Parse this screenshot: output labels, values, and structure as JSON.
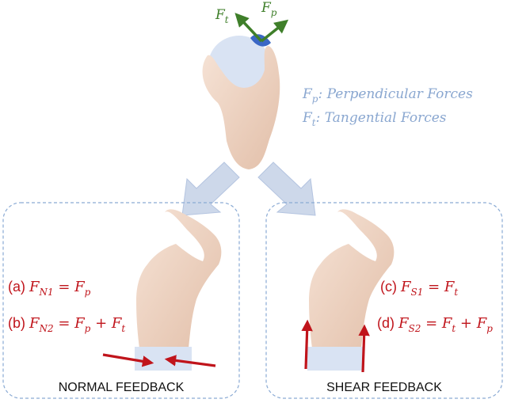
{
  "top_figure": {
    "force_tangential_symbol": "F",
    "force_tangential_sub": "t",
    "force_perpendicular_symbol": "F",
    "force_perpendicular_sub": "p",
    "legend": [
      {
        "symbol": "F",
        "sub": "p",
        "text": ": Perpendicular Forces"
      },
      {
        "symbol": "F",
        "sub": "t",
        "text": ": Tangential Forces"
      }
    ]
  },
  "normal_panel": {
    "caption": "NORMAL FEEDBACK",
    "eq_a": {
      "label": "(a) ",
      "lhs": "F",
      "lhs_sub": "N1",
      "rhs": " = F",
      "rhs_sub": "p",
      "extra": "",
      "extra_sub": ""
    },
    "eq_b": {
      "label": "(b) ",
      "lhs": "F",
      "lhs_sub": "N2",
      "rhs": " = F",
      "rhs_sub": "p",
      "extra": " + F",
      "extra_sub": "t"
    }
  },
  "shear_panel": {
    "caption": "SHEAR FEEDBACK",
    "eq_c": {
      "label": "(c) ",
      "lhs": "F",
      "lhs_sub": "S1",
      "rhs": " = F",
      "rhs_sub": "t",
      "extra": "",
      "extra_sub": ""
    },
    "eq_d": {
      "label": "(d) ",
      "lhs": "F",
      "lhs_sub": "S2",
      "rhs": " = F",
      "rhs_sub": "t",
      "extra": " + F",
      "extra_sub": "p"
    }
  },
  "colors": {
    "force_arrow": "#3f7f2a",
    "feedback_arrow": "#c0141b",
    "equation_text": "#c0141b",
    "legend_text": "#8aa7d0",
    "panel_border": "#8aaad4",
    "split_arrow": "#cdd8ea",
    "object_fill": "#d9e3f3",
    "contact_patch": "#3a67c5",
    "skin": "#efd6c6"
  }
}
